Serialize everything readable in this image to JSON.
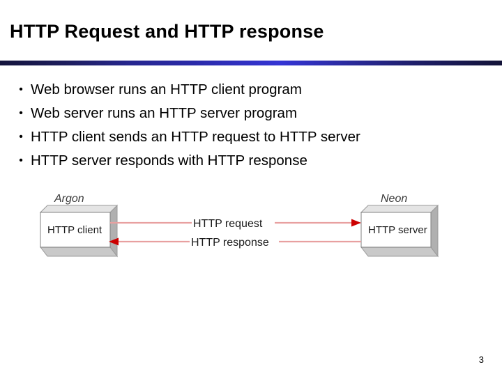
{
  "slide": {
    "title": "HTTP Request and HTTP response",
    "page_number": "3",
    "accent_color": "#3434d4",
    "rule_dark_color": "#14143c"
  },
  "bullets": [
    {
      "marker": "•",
      "text": "Web browser runs an HTTP client program"
    },
    {
      "marker": "•",
      "text": "Web server runs an HTTP server program"
    },
    {
      "marker": "•",
      "text": "HTTP client sends an HTTP request to HTTP server"
    },
    {
      "marker": "•",
      "text": "HTTP server responds with HTTP response"
    }
  ],
  "diagram": {
    "left_host": {
      "host_label": "Argon",
      "box_label": "HTTP client"
    },
    "right_host": {
      "host_label": "Neon",
      "box_label": "HTTP server"
    },
    "flows": [
      {
        "label": "HTTP request",
        "direction": "left-to-right"
      },
      {
        "label": "HTTP response",
        "direction": "right-to-left"
      }
    ],
    "arrow_line_color": "#e8a0a0",
    "arrow_head_color": "#cc0000",
    "box_face_color": "#ffffff",
    "box_side_color": "#b5b5b5",
    "box_border_color": "#808080"
  }
}
